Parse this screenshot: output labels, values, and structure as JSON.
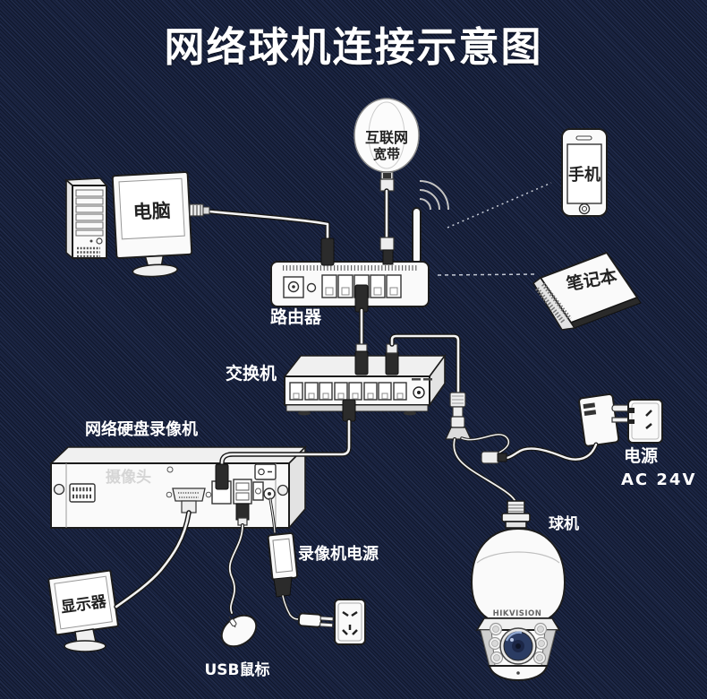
{
  "title": "网络球机连接示意图",
  "labels": {
    "computer": "电脑",
    "internet_line1": "互联网",
    "internet_line2": "宽带",
    "phone": "手机",
    "router": "路由器",
    "laptop": "笔记本",
    "switch": "交换机",
    "nvr": "网络硬盘录像机",
    "nvr_watermark": "摄像头",
    "monitor": "显示器",
    "mouse": "USB鼠标",
    "nvr_power": "录像机电源",
    "power": "电源",
    "power_spec": "AC 24V",
    "camera": "球机",
    "camera_brand": "HIKVISION"
  },
  "colors": {
    "background": "#1b2543",
    "device_fill": "#fafafa",
    "outline": "#1c1c1c",
    "label_light": "#ffffff",
    "label_dark": "#222222",
    "lens_iris": "#2b3c63",
    "lens_highlight": "#8fa6cf",
    "dashed_line": "#c4c9d4"
  }
}
